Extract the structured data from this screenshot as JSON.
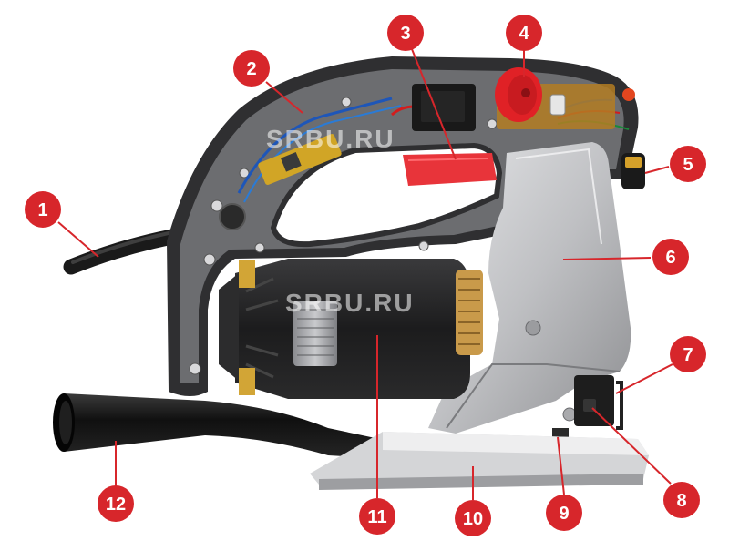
{
  "watermarks": [
    "SRBU.RU",
    "SRBU.RU"
  ],
  "colors": {
    "badge": "#d7262b",
    "badge_text": "#ffffff",
    "leader": "#d7262b",
    "housing": "#2c2c2e",
    "housing_inner": "#6e6f72",
    "metal": "#c7c8ca",
    "trigger": "#e8343a",
    "hose": "#141414"
  },
  "callouts": [
    {
      "id": 1,
      "label": "1"
    },
    {
      "id": 2,
      "label": "2"
    },
    {
      "id": 3,
      "label": "3"
    },
    {
      "id": 4,
      "label": "4"
    },
    {
      "id": 5,
      "label": "5"
    },
    {
      "id": 6,
      "label": "6"
    },
    {
      "id": 7,
      "label": "7"
    },
    {
      "id": 8,
      "label": "8"
    },
    {
      "id": 9,
      "label": "9"
    },
    {
      "id": 10,
      "label": "10"
    },
    {
      "id": 11,
      "label": "11"
    },
    {
      "id": 12,
      "label": "12"
    }
  ]
}
